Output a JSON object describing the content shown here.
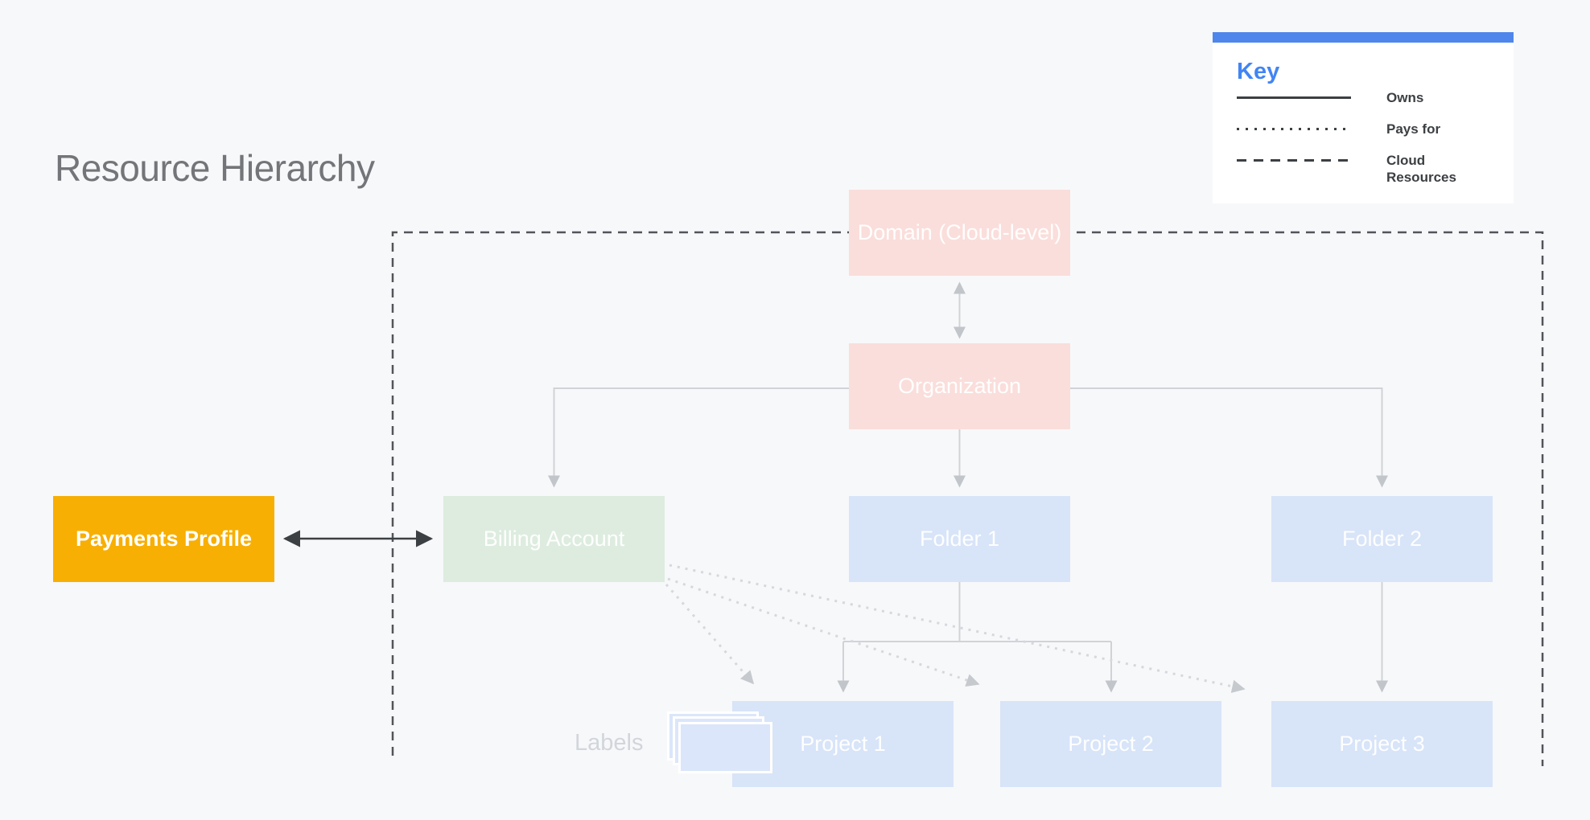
{
  "page": {
    "title": "Resource Hierarchy"
  },
  "legend": {
    "title": "Key",
    "items": [
      {
        "line_style": "solid",
        "label": "Owns"
      },
      {
        "line_style": "dotted",
        "label": "Pays for"
      },
      {
        "line_style": "dashed",
        "label": "Cloud Resources"
      }
    ]
  },
  "nodes": {
    "domain": {
      "label": "Domain (Cloud-level)"
    },
    "organization": {
      "label": "Organization"
    },
    "billing_account": {
      "label": "Billing Account"
    },
    "folder1": {
      "label": "Folder 1"
    },
    "folder2": {
      "label": "Folder 2"
    },
    "payments_profile": {
      "label": "Payments Profile"
    },
    "project1": {
      "label": "Project 1"
    },
    "project2": {
      "label": "Project 2"
    },
    "project3": {
      "label": "Project 3"
    }
  },
  "annotations": {
    "labels_caption": "Labels"
  },
  "colors": {
    "background": "#f7f8fa",
    "domain_organization_fill": "#fadedb",
    "billing_account_fill": "#ddecdf",
    "folder_project_fill": "#d8e4f8",
    "payments_profile_fill": "#f8af03",
    "node_text": "#ffffff",
    "legend_header_bar": "#4e86ec",
    "legend_accent_blue": "#4285f4",
    "legend_text": "#3c4043",
    "connector_gray": "#d0d3d7",
    "connector_arrowhead_gray": "#c2c5c9",
    "owns_arrow_dark": "#3c4043",
    "pays_for_dotted": "#d5d8dc",
    "cloud_boundary_dash": "#515459",
    "title_text": "#747579",
    "labels_caption_text": "#d2d5da"
  }
}
